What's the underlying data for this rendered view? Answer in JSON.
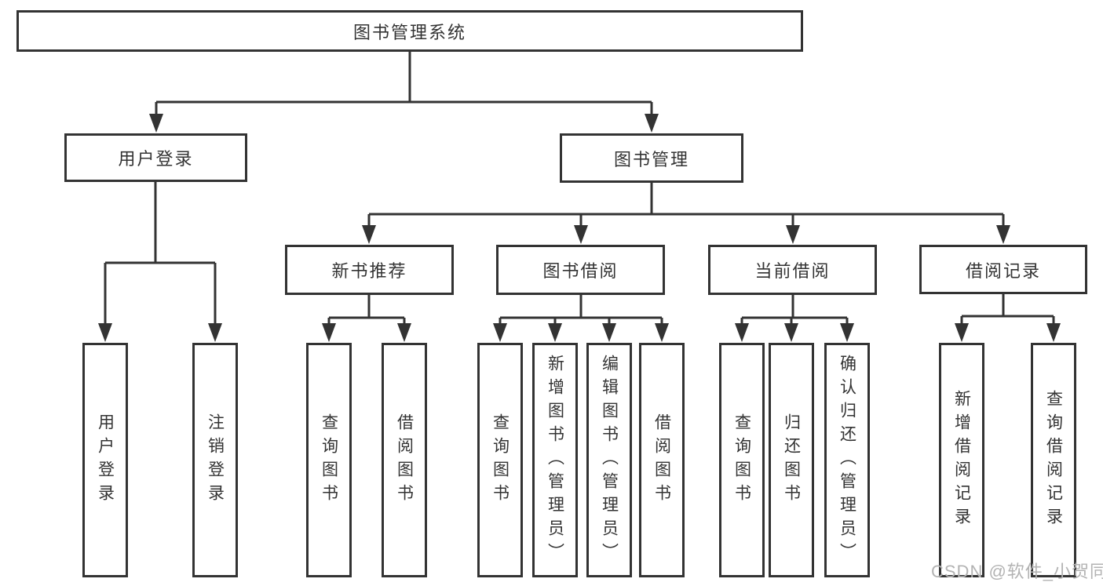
{
  "colors": {
    "line": "#333333",
    "box_border": "#333333",
    "text": "#333333",
    "background": "#ffffff",
    "watermark": "#b3b3b3"
  },
  "tree": {
    "root": {
      "label": "图书管理系统",
      "children": [
        {
          "label": "用户登录",
          "children": [
            {
              "label": "用户登录"
            },
            {
              "label": "注销登录"
            }
          ]
        },
        {
          "label": "图书管理",
          "children": [
            {
              "label": "新书推荐",
              "children": [
                {
                  "label": "查询图书"
                },
                {
                  "label": "借阅图书"
                }
              ]
            },
            {
              "label": "图书借阅",
              "children": [
                {
                  "label": "查询图书"
                },
                {
                  "label": "新增图书（管理员）"
                },
                {
                  "label": "编辑图书（管理员）"
                },
                {
                  "label": "借阅图书"
                }
              ]
            },
            {
              "label": "当前借阅",
              "children": [
                {
                  "label": "查询图书"
                },
                {
                  "label": "归还图书"
                },
                {
                  "label": "确认归还（管理员）"
                }
              ]
            },
            {
              "label": "借阅记录",
              "children": [
                {
                  "label": "新增借阅记录"
                },
                {
                  "label": "查询借阅记录"
                }
              ]
            }
          ]
        }
      ]
    }
  },
  "watermark": {
    "text": "CSDN @软件_小贺同学"
  }
}
